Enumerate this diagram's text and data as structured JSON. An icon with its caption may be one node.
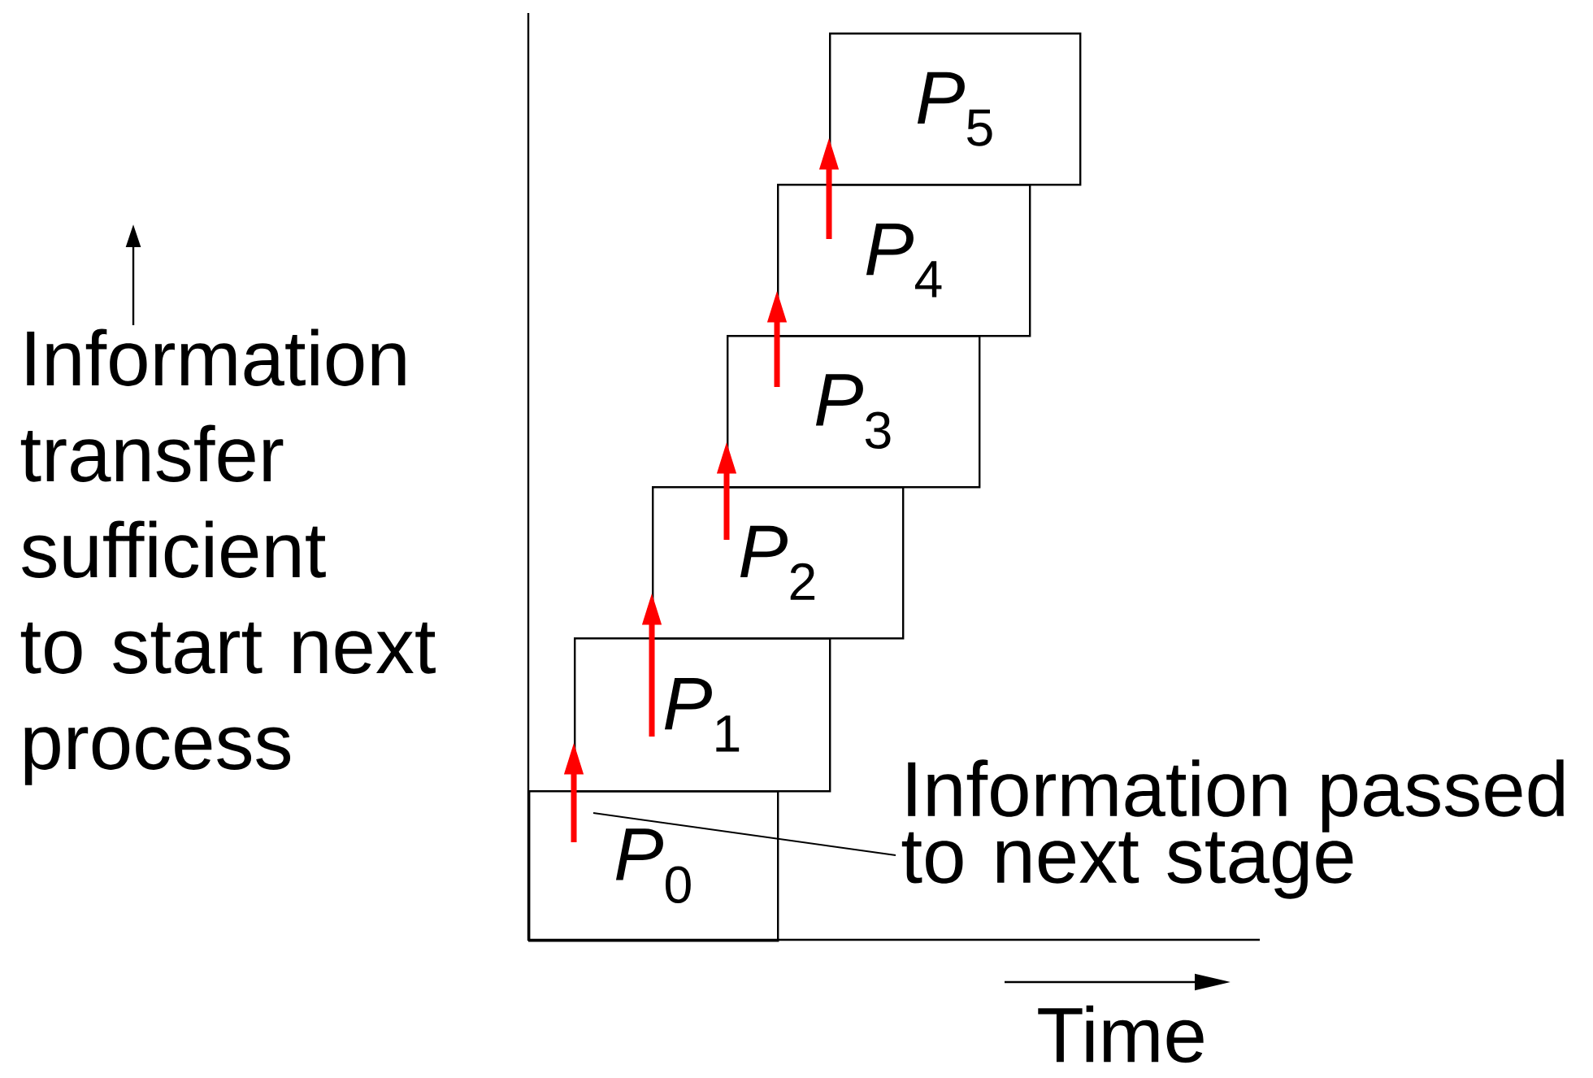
{
  "diagram": {
    "nodes": [
      {
        "text": [
          "*P*$_{0}$"
        ]
      },
      {
        "text": [
          "*P*$_{1}$"
        ]
      },
      {
        "text": [
          "*P*$_{2}$"
        ]
      },
      {
        "text": [
          "*P*$_{3}$"
        ]
      },
      {
        "text": [
          "*P*$_{4}$"
        ]
      },
      {
        "text": [
          "*P*$_{5}$"
        ]
      },
      {
        "text": [
          "Information passed to next stage"
        ]
      }
    ],
    "edges": [
      {
        "from": 0,
        "to": 1,
        "arrow": "to",
        "color": "#ff0000"
      },
      {
        "from": 1,
        "to": 2,
        "arrow": "to",
        "color": "#ff0000"
      },
      {
        "from": 2,
        "to": 3,
        "arrow": "to",
        "color": "#ff0000"
      },
      {
        "from": 3,
        "to": 4,
        "arrow": "to",
        "color": "#ff0000"
      },
      {
        "from": 4,
        "to": 5,
        "arrow": "to",
        "color": "#ff0000"
      },
      {
        "from": 6,
        "to": 0,
        "arrow": "none",
        "color": "#000000"
      }
    ],
    "labels": [
      "Information transfer sufficient to start next process",
      "Time"
    ]
  }
}
